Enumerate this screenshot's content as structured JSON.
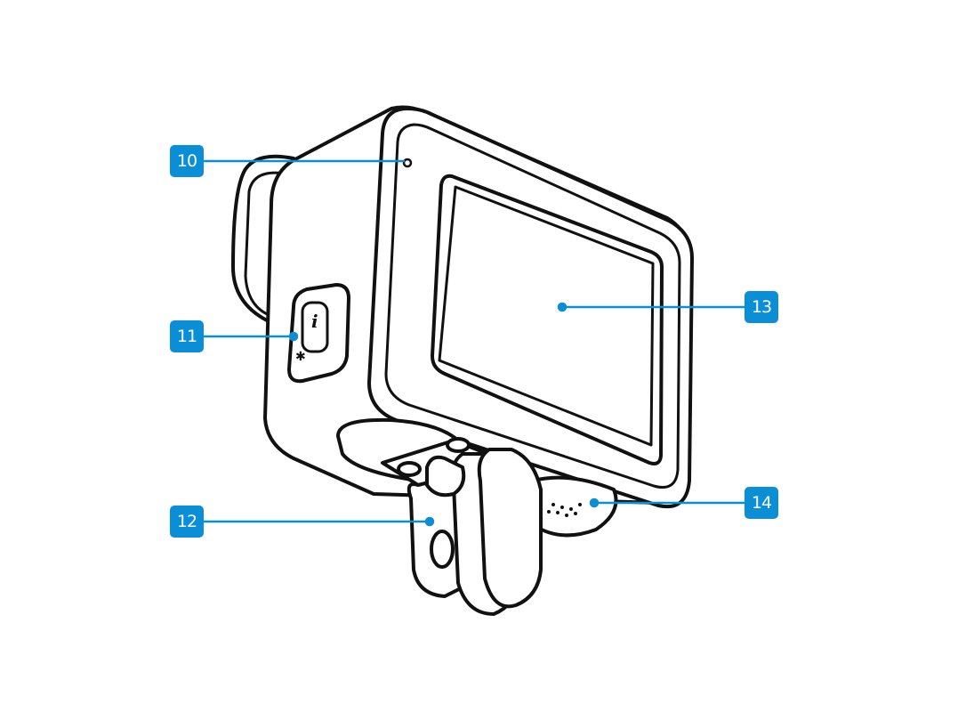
{
  "accent_color": "#0a8fd6",
  "callouts": [
    {
      "id": "10",
      "label": "10"
    },
    {
      "id": "11",
      "label": "11"
    },
    {
      "id": "12",
      "label": "12"
    },
    {
      "id": "13",
      "label": "13"
    },
    {
      "id": "14",
      "label": "14"
    }
  ]
}
